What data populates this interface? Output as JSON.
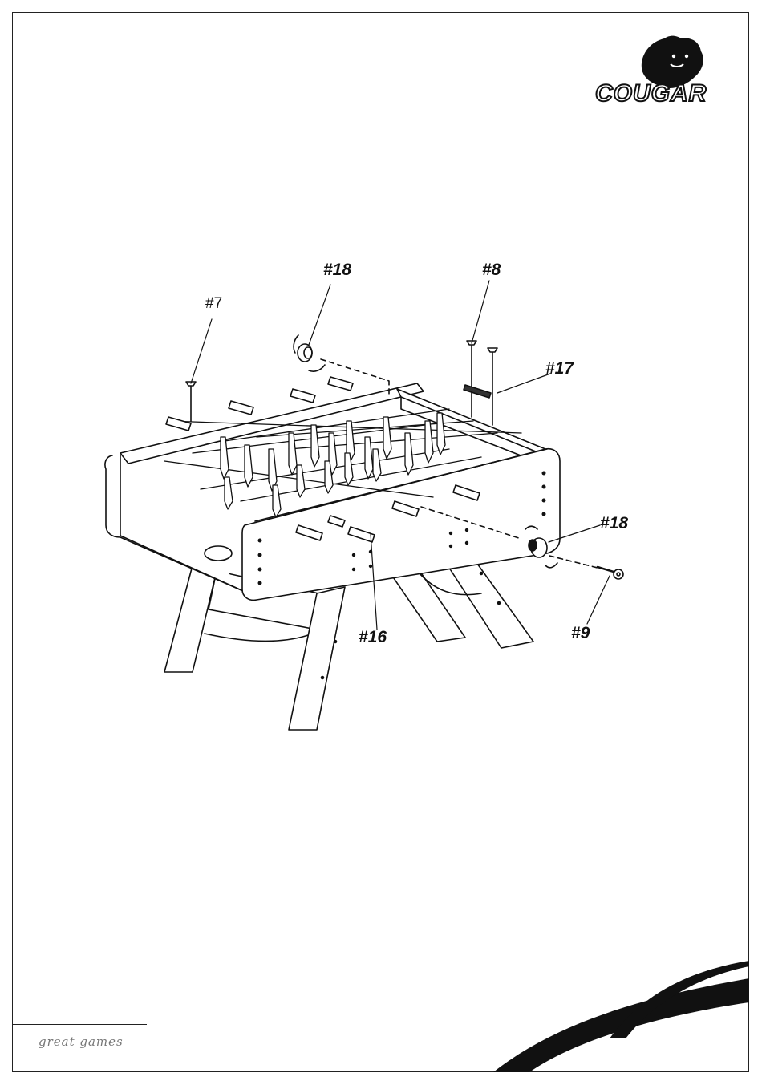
{
  "brand": {
    "name": "COUGAR",
    "tagline": "great games"
  },
  "callouts": {
    "p18_top": "#18",
    "p8": "#8",
    "p7": "#7",
    "p17": "#17",
    "p18_right": "#18",
    "p16": "#16",
    "p9": "#9"
  }
}
